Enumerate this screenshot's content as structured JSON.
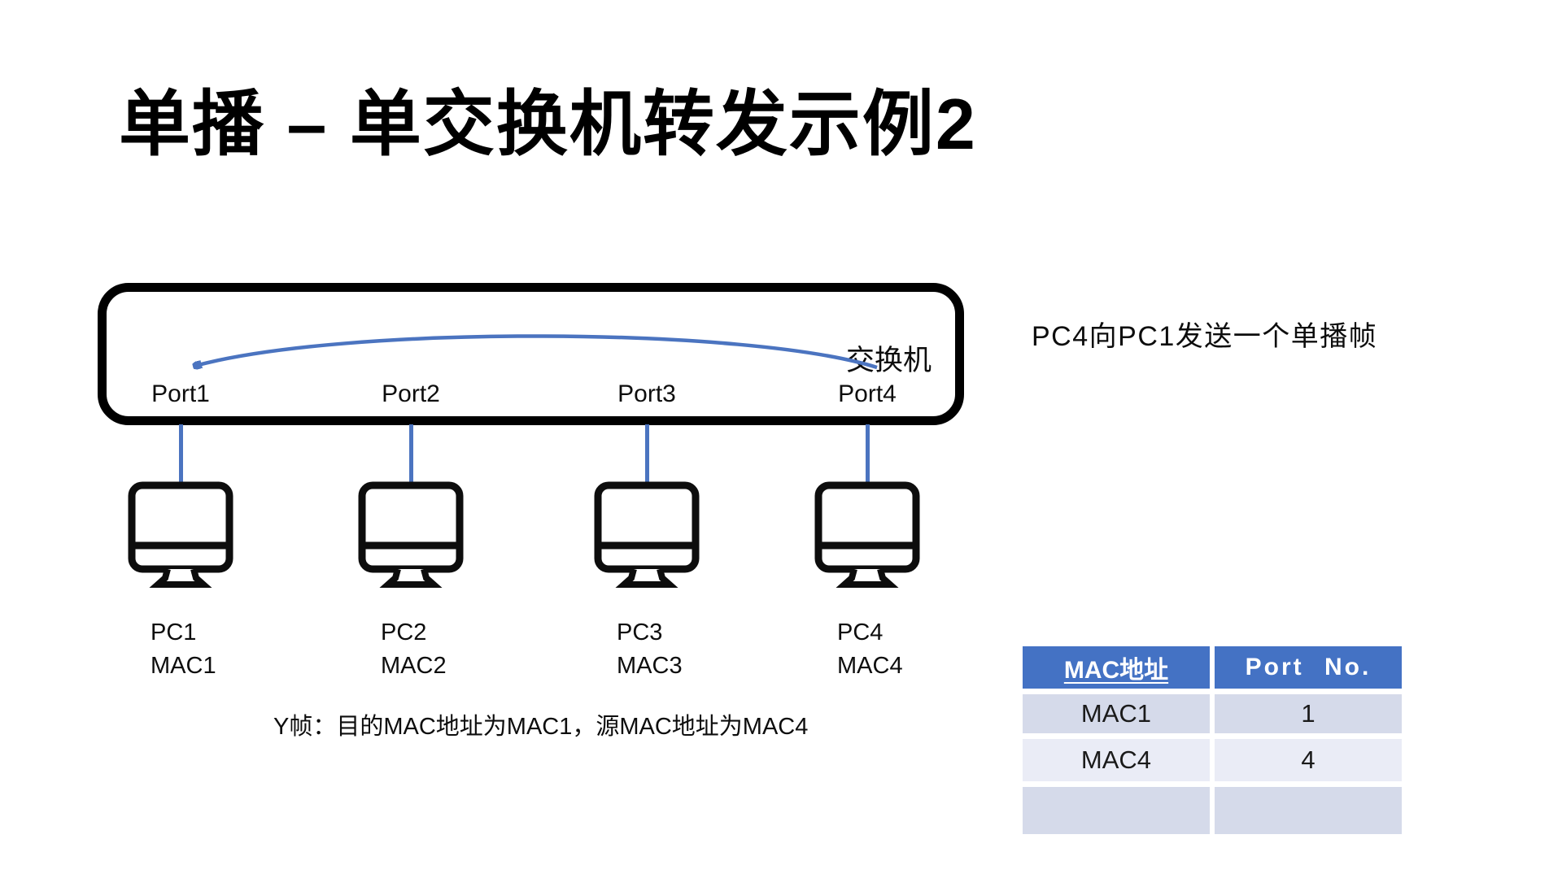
{
  "slide": {
    "title": "单播 – 单交换机转发示例2",
    "annotation_right": "PC4向PC1发送一个单播帧",
    "frame_note": "Y帧：目的MAC地址为MAC1，源MAC地址为MAC4"
  },
  "switch": {
    "label": "交换机",
    "ports": [
      {
        "label": "Port1"
      },
      {
        "label": "Port2"
      },
      {
        "label": "Port3"
      },
      {
        "label": "Port4"
      }
    ]
  },
  "pcs": [
    {
      "name": "PC1",
      "mac": "MAC1"
    },
    {
      "name": "PC2",
      "mac": "MAC2"
    },
    {
      "name": "PC3",
      "mac": "MAC3"
    },
    {
      "name": "PC4",
      "mac": "MAC4"
    }
  ],
  "arrow": {
    "from": "Port4",
    "to": "Port1"
  },
  "mac_table": {
    "headers": [
      "MAC地址",
      "Port No."
    ],
    "rows": [
      [
        "MAC1",
        "1"
      ],
      [
        "MAC4",
        "4"
      ],
      [
        "",
        ""
      ]
    ]
  },
  "colors": {
    "accent_blue": "#4472C4",
    "line_blue": "#4B74C0",
    "row_dark": "#D5DAEA",
    "row_light": "#EAECF6"
  }
}
